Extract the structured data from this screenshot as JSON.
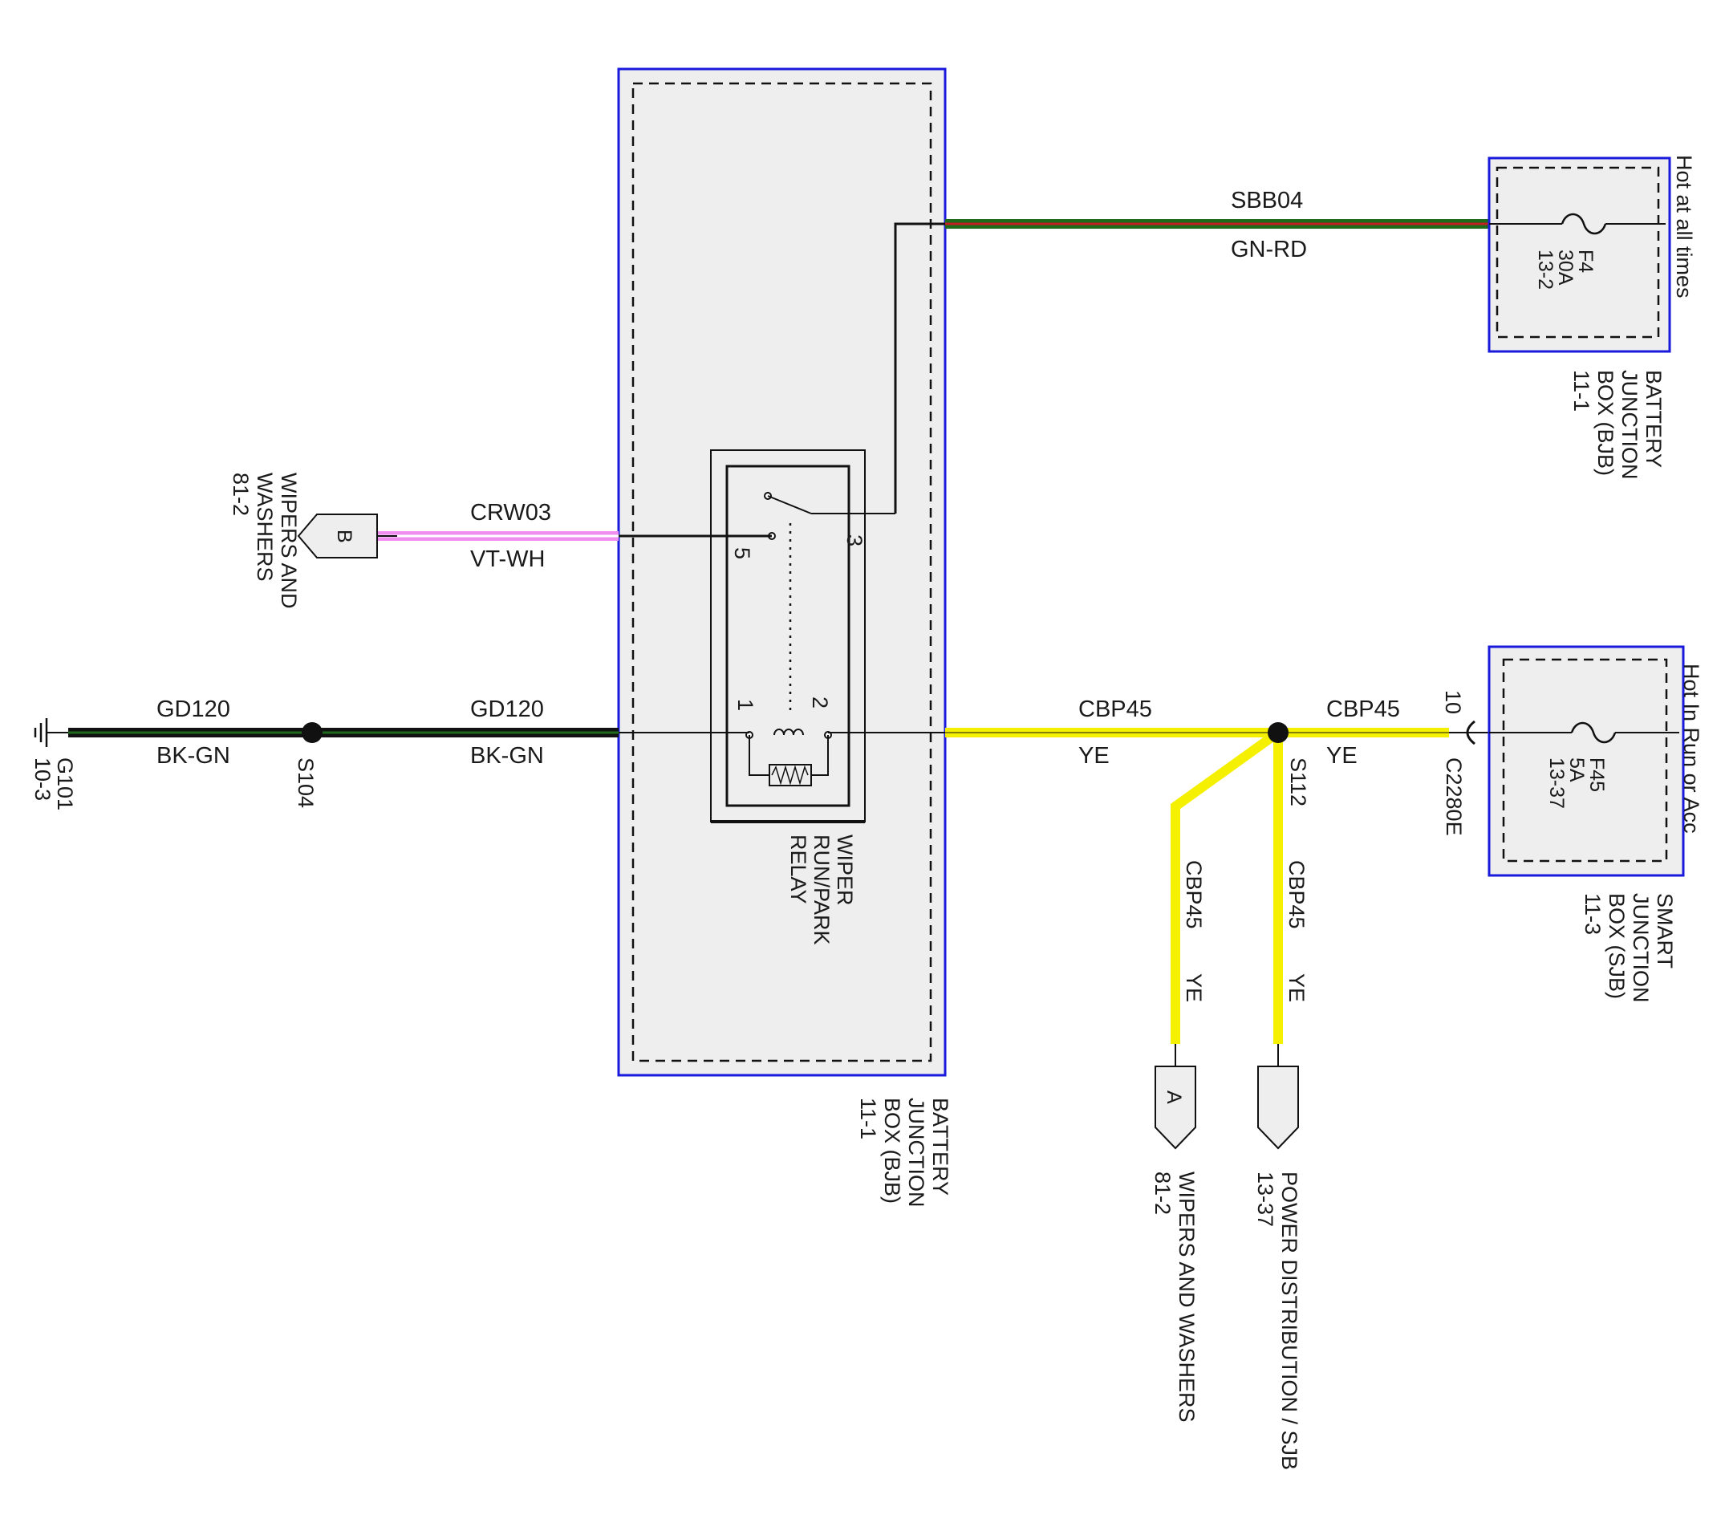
{
  "colors": {
    "module_border": "#1a1adc",
    "module_fill": "#eeeeee",
    "wire_green": "#1e6b1e",
    "wire_black": "#111111",
    "wire_red": "#c02020",
    "wire_yellow": "#f5f000",
    "wire_violet": "#f08ef0",
    "wire_white": "#ffffff"
  },
  "modules": {
    "bjb_main": {
      "name_lines": [
        "BATTERY",
        "JUNCTION",
        "BOX (BJB)",
        "11-1"
      ]
    },
    "bjb_fuse_box": {
      "name_lines": [
        "BATTERY",
        "JUNCTION",
        "BOX (BJB)",
        "11-1"
      ],
      "hot_note": "Hot at all times"
    },
    "sjb_fuse_box": {
      "name_lines": [
        "SMART",
        "JUNCTION",
        "BOX (SJB)",
        "11-3"
      ],
      "hot_note": "Hot In Run or Acc"
    }
  },
  "fuses": {
    "f4": {
      "lines": [
        "F4",
        "30A",
        "13-2"
      ]
    },
    "f45": {
      "lines": [
        "F45",
        "5A",
        "13-37"
      ]
    }
  },
  "relay": {
    "name_lines": [
      "WIPER",
      "RUN/PARK",
      "RELAY"
    ],
    "pins": {
      "p1": "1",
      "p2": "2",
      "p3": "3",
      "p5": "5"
    }
  },
  "wires": {
    "sbb04": {
      "circuit": "SBB04",
      "color_code": "GN-RD"
    },
    "crw03": {
      "circuit": "CRW03",
      "color_code": "VT-WH"
    },
    "gd120_left": {
      "circuit": "GD120",
      "color_code": "BK-GN"
    },
    "gd120_right": {
      "circuit": "GD120",
      "color_code": "BK-GN"
    },
    "cbp45_main": {
      "circuit": "CBP45",
      "color_code": "YE"
    },
    "cbp45_sjb": {
      "circuit": "CBP45",
      "color_code": "YE"
    },
    "cbp45_branch_a": {
      "circuit": "CBP45",
      "color_code": "YE"
    },
    "cbp45_branch_pd": {
      "circuit": "CBP45",
      "color_code": "YE"
    }
  },
  "splices": {
    "s104": "S104",
    "s112": "S112"
  },
  "ground": {
    "id": "G101",
    "ref": "10-3"
  },
  "connectors": {
    "c2280e": {
      "name": "C2280E",
      "pin": "10"
    }
  },
  "references": {
    "wipers_b": {
      "letter": "B",
      "lines": [
        "WIPERS AND",
        "WASHERS",
        "81-2"
      ]
    },
    "wipers_a": {
      "letter": "A",
      "lines": [
        "WIPERS AND WASHERS",
        "81-2"
      ]
    },
    "power_dist": {
      "lines": [
        "POWER DISTRIBUTION / SJB",
        "13-37"
      ]
    }
  }
}
